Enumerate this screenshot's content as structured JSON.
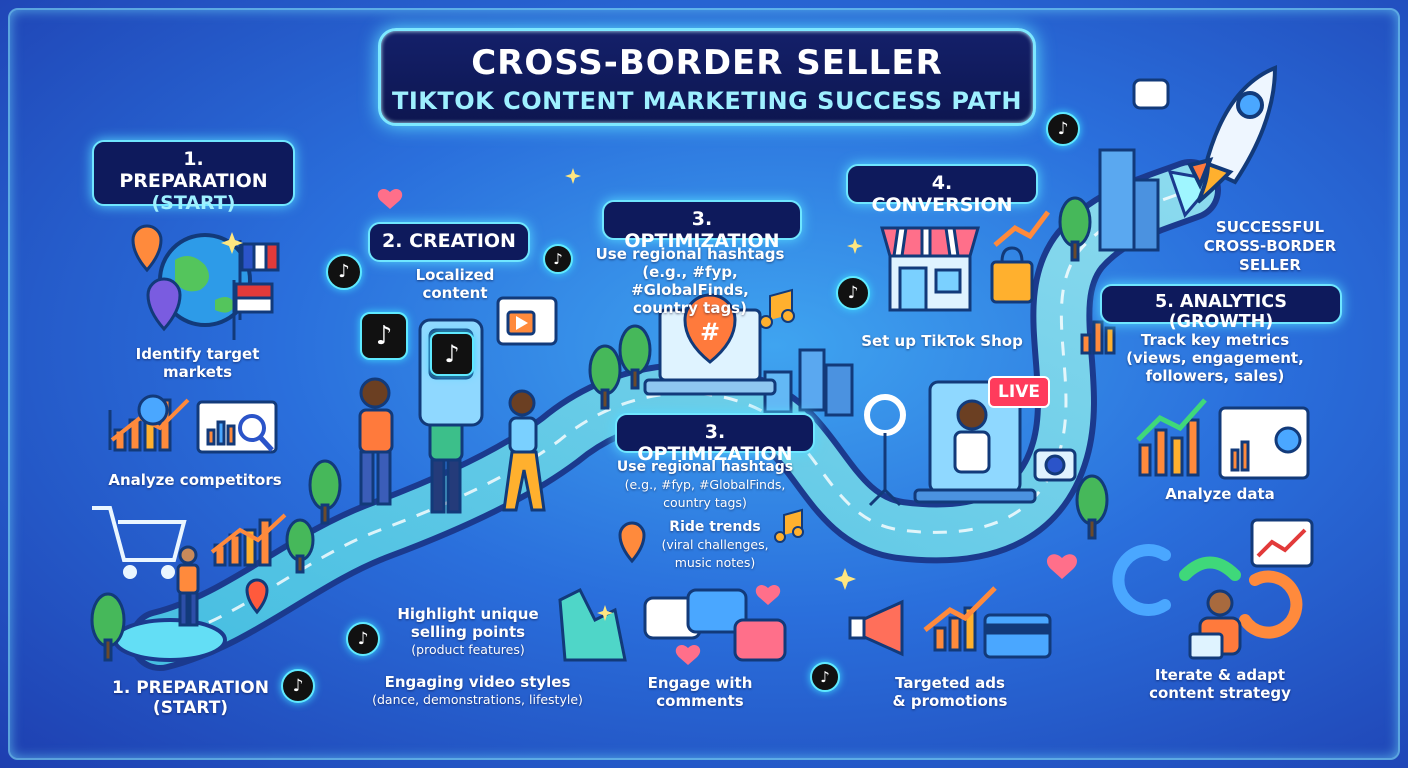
{
  "header": {
    "title": "CROSS-BORDER SELLER",
    "subtitle": "TIKTOK CONTENT MARKETING SUCCESS PATH"
  },
  "stages": {
    "prep_top": {
      "line1": "1. PREPARATION",
      "line2": "(START)"
    },
    "creation": "2. CREATION",
    "optimization_top": "3. OPTIMIZATION",
    "optimization_mid": "3. OPTIMIZATION",
    "conversion": "4. CONVERSION",
    "analytics": "5. ANALYTICS (GROWTH)",
    "prep_bottom": {
      "line1": "1. PREPARATION",
      "line2": "(START)"
    }
  },
  "labels": {
    "identify_markets": {
      "line1": "Identify target",
      "line2": "markets"
    },
    "analyze_competitors": "Analyze competitors",
    "localized_content": {
      "line1": "Localized",
      "line2": "content"
    },
    "regional_hashtags_top": {
      "line1": "Use regional hashtags",
      "line2": "(e.g., #fyp, #GlobalFinds,",
      "line3": "country tags)"
    },
    "regional_hashtags_mid": {
      "line1": "Use regional hashtags",
      "line2": "(e.g., #fyp, #GlobalFinds,",
      "line3": "country tags)"
    },
    "ride_trends": {
      "line1": "Ride trends",
      "line2": "(viral challenges,",
      "line3": "music notes)"
    },
    "highlight_usp": {
      "line1": "Highlight unique",
      "line2": "selling points",
      "line3": "(product features)"
    },
    "video_styles": {
      "line1": "Engaging video styles",
      "line2": "(dance, demonstrations, lifestyle)"
    },
    "engage_comments": {
      "line1": "Engage with",
      "line2": "comments"
    },
    "tiktok_shop": "Set up TikTok Shop",
    "targeted_ads": {
      "line1": "Targeted ads",
      "line2": "& promotions"
    },
    "successful_seller": {
      "line1": "SUCCESSFUL",
      "line2": "CROSS-BORDER",
      "line3": "SELLER"
    },
    "track_metrics": {
      "line1": "Track key metrics",
      "line2": "(views, engagement,",
      "line3": "followers, sales)"
    },
    "analyze_data": "Analyze data",
    "iterate_adapt": {
      "line1": "Iterate & adapt",
      "line2": "content strategy"
    },
    "live_badge": "LIVE",
    "hashtag_symbol": "#"
  },
  "colors": {
    "background": "#2a6fdc",
    "stage_fill": "#0e1a5c",
    "glow": "#6fe6ff",
    "path": "#7ff0ff",
    "accent_orange": "#ff8a3c",
    "live_red": "#ff3b5c"
  },
  "icons": [
    "globe-icon",
    "flag-icon",
    "location-pin-icon",
    "chart-icon",
    "shopping-cart-icon",
    "tiktok-icon",
    "phone-icon",
    "video-icon",
    "laptop-icon",
    "music-note-icon",
    "storefront-icon",
    "shopping-bag-icon",
    "ring-light-icon",
    "camera-icon",
    "megaphone-icon",
    "credit-card-icon",
    "rocket-icon",
    "chat-icon",
    "building-icon",
    "tree-icon",
    "heart-icon",
    "cycle-arrows-icon",
    "person-icon"
  ]
}
